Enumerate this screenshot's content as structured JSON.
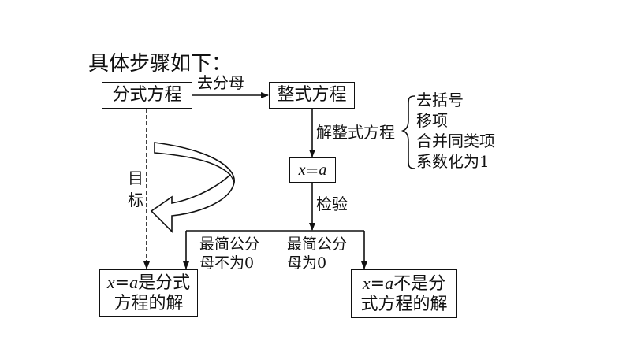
{
  "title": "具体步骤如下：",
  "boxes": {
    "fractional_equation": "分式方程",
    "integral_equation": "整式方程",
    "solution": {
      "var": "x",
      "eq": "=",
      "val": "a"
    },
    "is_solution": {
      "line1_suffix": "是分式",
      "line2": "方程的解"
    },
    "not_solution": {
      "line1_suffix": "不是分",
      "line2": "式方程的解"
    }
  },
  "edge_labels": {
    "remove_denominator": "去分母",
    "solve_integral": "解整式方程",
    "check": "检验",
    "lcd_nonzero": [
      "最简公分",
      "母不为0"
    ],
    "lcd_zero": [
      "最简公分",
      "母为0"
    ],
    "goal": [
      "目",
      "标"
    ]
  },
  "steps": [
    "去括号",
    "移项",
    "合并同类项",
    "系数化为1"
  ]
}
